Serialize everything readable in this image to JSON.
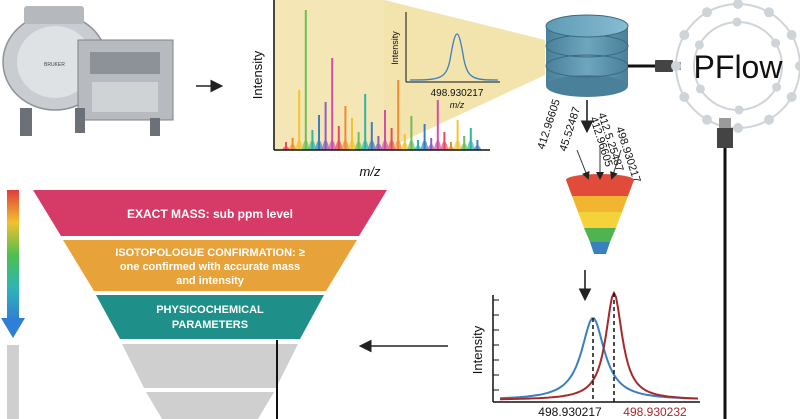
{
  "instrument": {
    "brand_text": "BRUKER"
  },
  "spectrum": {
    "y_label": "Intensity",
    "x_label": "m/z",
    "inset": {
      "y_label": "Intensity",
      "peak_value": "498.930217",
      "x_label": "m/z"
    }
  },
  "software": {
    "logo_text": "PFlow"
  },
  "extracted_masses": [
    "412.96605",
    "45.52487",
    "412.96605",
    "412.5.25487",
    "498.930217"
  ],
  "funnel": {
    "levels": [
      {
        "text": "EXACT MASS: sub ppm level",
        "color": "#d63a66"
      },
      {
        "text_lines": [
          "ISOTOPOLOGUE CONFIRMATION: ≥",
          "one confirmed with accurate mass",
          "and intensity"
        ],
        "color": "#e8a23a"
      },
      {
        "text_lines": [
          "PHYSICOCHEMICAL",
          "PARAMETERS"
        ],
        "color": "#1f8f8a"
      }
    ]
  },
  "comparison": {
    "y_label": "Intensity",
    "peak_left": "498.930217",
    "peak_right": "498.930232",
    "colors": {
      "left": "#3a7fc0",
      "right": "#a52a2a"
    }
  }
}
